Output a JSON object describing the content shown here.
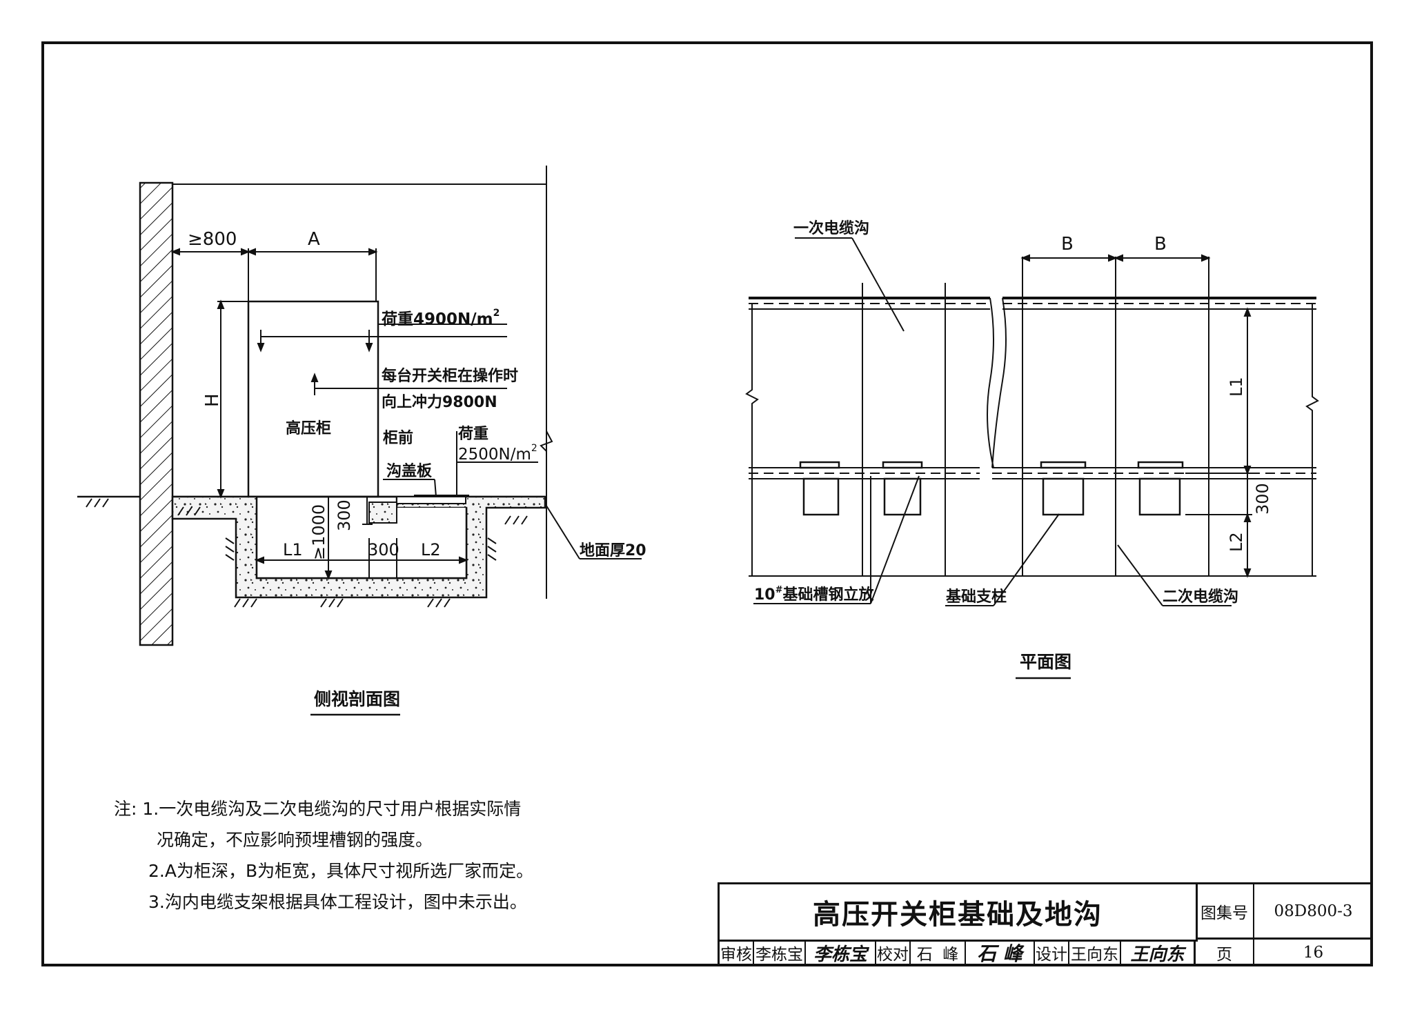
{
  "side_view": {
    "title": "侧视剖面图",
    "dim_min_clearance": "≥800",
    "dim_depth": "A",
    "dim_height": "H",
    "load_top": "荷重4900N/m",
    "load_top_sup": "2",
    "uplift_line1": "每台开关柜在操作时",
    "uplift_line2": "向上冲力9800N",
    "cabinet_label": "高压柜",
    "cover_line1": "柜前",
    "cover_line2": "沟盖板",
    "load_front_line1": "荷重",
    "load_front_line2": "2500N/m",
    "load_front_sup": "2",
    "dim_trench_depth": "≥1000",
    "dim_300_v": "300",
    "dim_L1": "L1",
    "dim_300_h": "300",
    "dim_L2": "L2",
    "floor_thickness": "地面厚20",
    "hatch_mark": "3"
  },
  "plan_view": {
    "title": "平面图",
    "primary_trench": "一次电缆沟",
    "dim_B1": "B",
    "dim_B2": "B",
    "dim_L1": "L1",
    "dim_300": "300",
    "dim_L2": "L2",
    "channel_steel": "10",
    "channel_steel_sup": "#",
    "channel_steel_rest": "基础槽钢立放",
    "support_post": "基础支柱",
    "secondary_trench": "二次电缆沟"
  },
  "notes": [
    "注: 1.一次电缆沟及二次电缆沟的尺寸用户根据实际情",
    "况确定，不应影响预埋槽钢的强度。",
    "2.A为柜深，B为柜宽，具体尺寸视所选厂家而定。",
    "3.沟内电缆支架根据具体工程设计，图中未示出。"
  ],
  "title_block": {
    "title": "高压开关柜基础及地沟",
    "atlas_label": "图集号",
    "atlas_no": "08D800-3",
    "review_label": "审核",
    "reviewer": "李栋宝",
    "reviewer_sig": "李栋宝",
    "check_label": "校对",
    "checker": "石  峰",
    "checker_sig": "石 峰",
    "design_label": "设计",
    "designer": "王向东",
    "designer_sig": "王向东",
    "page_label": "页",
    "page_no": "16"
  }
}
